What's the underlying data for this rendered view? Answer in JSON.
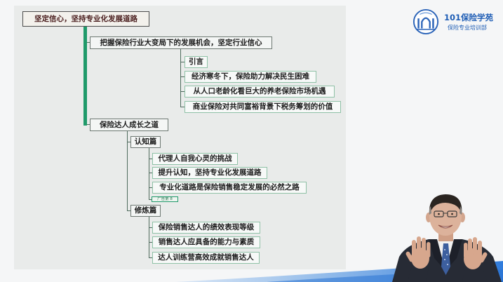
{
  "logo": {
    "title": "101保险学苑",
    "subtitle": "保险专业培训部",
    "icon": "arch-emblem-icon"
  },
  "mindmap": {
    "root": "坚定信心，坚持专业化发展道路",
    "branches": [
      {
        "label": "把握保险行业大变局下的发展机会，坚定行业信心",
        "children": [
          "引言",
          "经济寒冬下，保险助力解决民生困难",
          "从人口老龄化看巨大的养老保险市场机遇",
          "商业保险对共同富裕背景下税务筹划的价值"
        ]
      },
      {
        "label": "保险达人成长之道",
        "sections": [
          {
            "label": "认知篇",
            "children": [
              "代理人自我心灵的挑战",
              "提升认知，坚持专业化发展道路",
              "专业化道路是保险销售稳定发展的必然之路"
            ],
            "tag": "广告第 8"
          },
          {
            "label": "修炼篇",
            "children": [
              "保险销售达人的绩效表现等级",
              "销售达人应具备的能力与素质",
              "达人训练营高效成就销售达人"
            ]
          }
        ]
      }
    ]
  },
  "colors": {
    "trunk_green": "#1f9a6a",
    "connector": "#4f6b5d",
    "node_border": "#6d7872",
    "leaf_border": "#8fc1a6",
    "panel_background": "#e9ebea",
    "logo_blue": "#1e5db5",
    "wave_blue": "#2f7bdc"
  }
}
